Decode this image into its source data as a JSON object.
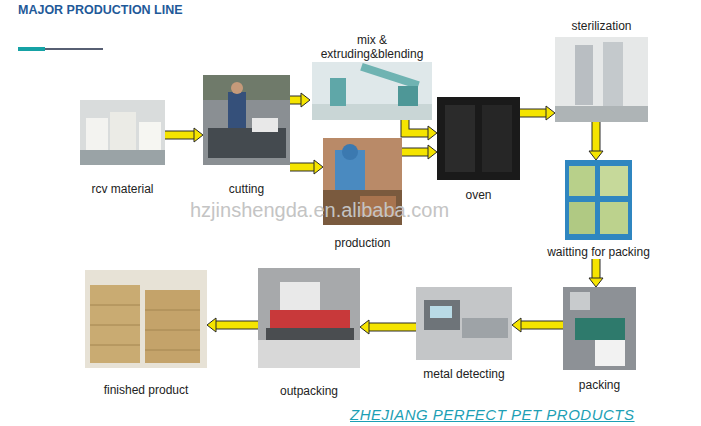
{
  "diagram": {
    "title": "MAJOR PRODUCTION LINE",
    "caption": "ZHEJIANG PERFECT PET PRODUCTS",
    "nodes": [
      {
        "text": [
          "rcv material"
        ]
      },
      {
        "text": [
          "cutting"
        ]
      },
      {
        "text": [
          "mix & extruding&blending"
        ]
      },
      {
        "text": [
          "production"
        ]
      },
      {
        "text": [
          "oven"
        ]
      },
      {
        "text": [
          "sterilization"
        ]
      },
      {
        "text": [
          "waitting for packing"
        ]
      },
      {
        "text": [
          "packing"
        ]
      },
      {
        "text": [
          "metal detecting"
        ]
      },
      {
        "text": [
          "outpacking"
        ]
      },
      {
        "text": [
          "finished product"
        ]
      }
    ],
    "edges": [
      {
        "from": 0,
        "to": 1,
        "arrow": "to"
      },
      {
        "from": 1,
        "to": 2,
        "arrow": "to"
      },
      {
        "from": 1,
        "to": 3,
        "arrow": "to"
      },
      {
        "from": 2,
        "to": 4,
        "arrow": "to"
      },
      {
        "from": 3,
        "to": 4,
        "arrow": "to"
      },
      {
        "from": 4,
        "to": 5,
        "arrow": "to"
      },
      {
        "from": 5,
        "to": 6,
        "arrow": "to"
      },
      {
        "from": 6,
        "to": 7,
        "arrow": "to"
      },
      {
        "from": 7,
        "to": 8,
        "arrow": "to"
      },
      {
        "from": 8,
        "to": 9,
        "arrow": "to"
      },
      {
        "from": 9,
        "to": 10,
        "arrow": "to"
      }
    ],
    "labels": [
      "hzjinshengda.en.alibaba.com"
    ]
  }
}
